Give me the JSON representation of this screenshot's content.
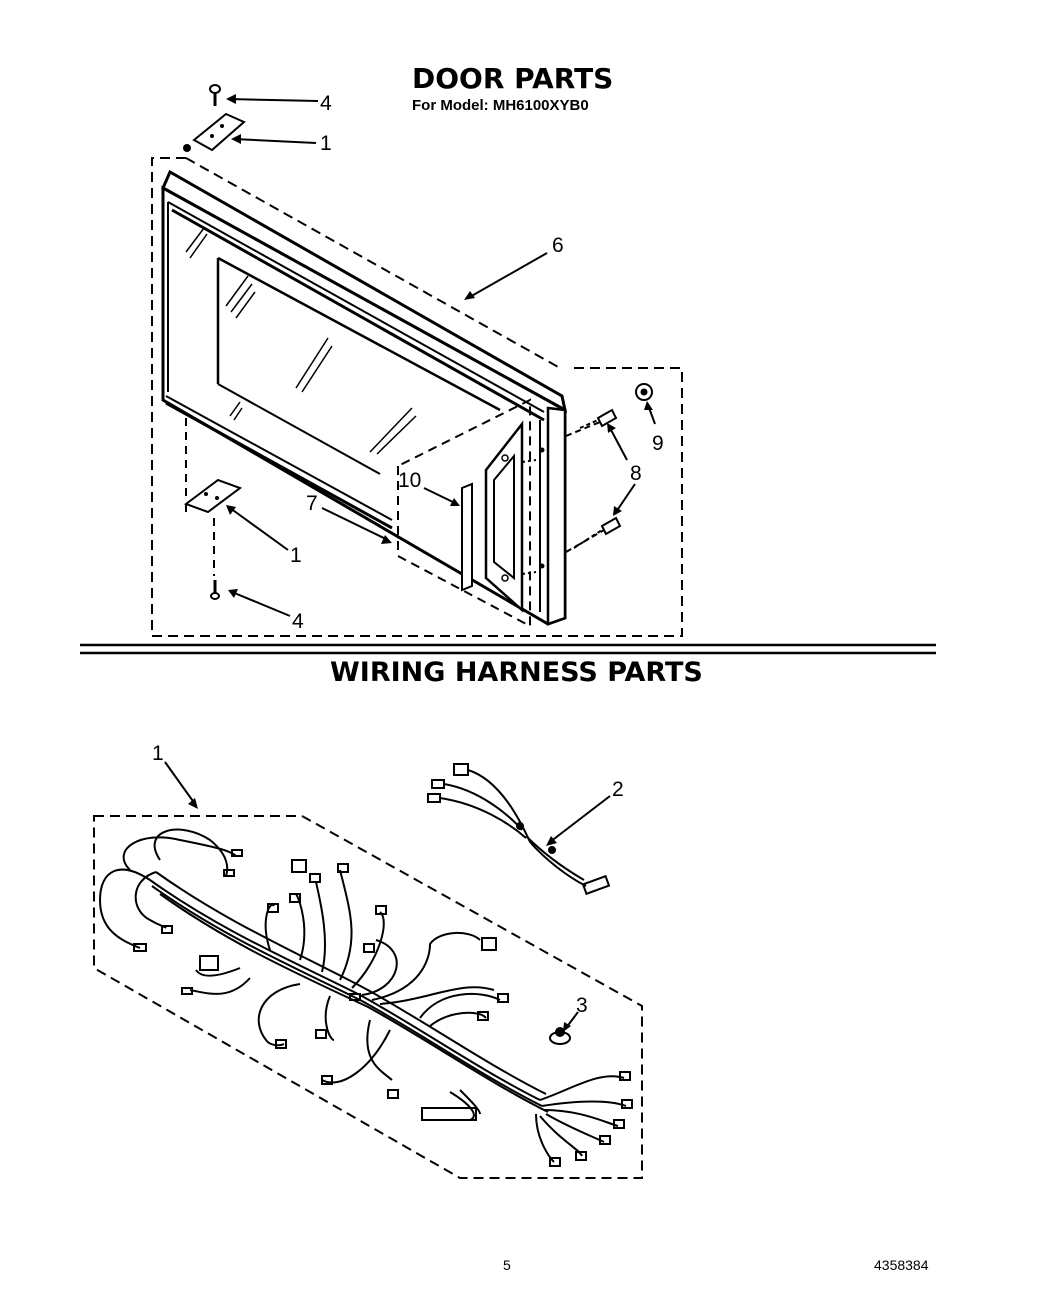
{
  "door_section": {
    "title": "DOOR PARTS",
    "subtitle": "For Model: MH6100XYB0",
    "callouts": {
      "top_screw": "4",
      "top_hinge": "1",
      "door_assembly": "6",
      "nut": "9",
      "screws": "8",
      "handle_trim": "10",
      "choke": "7",
      "bottom_hinge": "1",
      "bottom_screw": "4"
    }
  },
  "wiring_section": {
    "title": "WIRING HARNESS PARTS",
    "callouts": {
      "main_harness": "1",
      "sub_harness": "2",
      "thermal_part": "3"
    }
  },
  "footer": {
    "page_number": "5",
    "doc_number": "4358384"
  }
}
